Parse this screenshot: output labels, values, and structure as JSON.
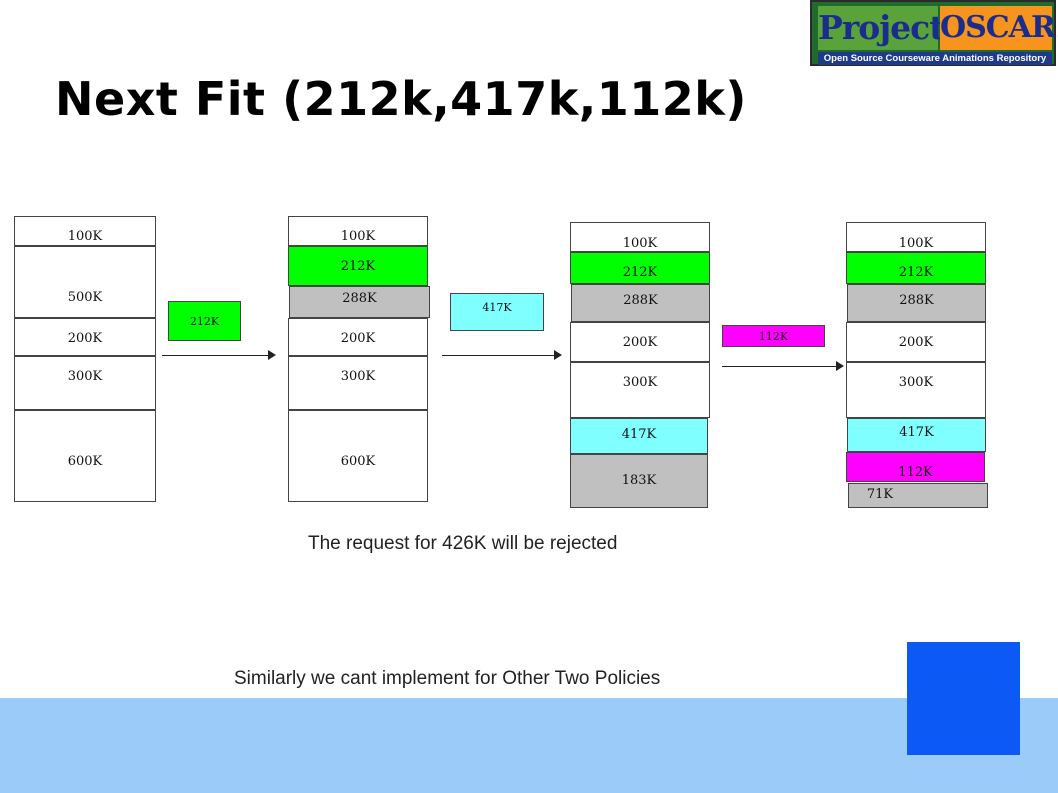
{
  "title": "Next Fit (212k,417k,112k)",
  "logo": {
    "word1": "Project",
    "word2": "OSCAR",
    "subtitle": "Open Source Courseware Animations Repository"
  },
  "colors": {
    "green": "#00ff00",
    "gray": "#c0c0c0",
    "cyan": "#7fffff",
    "magenta": "#ff00ff",
    "band": "#9bcbf8",
    "accent_box": "#0d59f5"
  },
  "stages": [
    {
      "blocks": [
        "100K",
        "500K",
        "200K",
        "300K",
        "600K"
      ]
    },
    {
      "blocks": [
        "100K",
        "212K",
        "288K",
        "200K",
        "300K",
        "600K"
      ]
    },
    {
      "blocks": [
        "100K",
        "212K",
        "288K",
        "200K",
        "300K",
        "417K",
        "183K"
      ]
    },
    {
      "blocks": [
        "100K",
        "212K",
        "288K",
        "200K",
        "300K",
        "417K",
        "112K",
        "71K"
      ]
    }
  ],
  "requests": [
    "212K",
    "417K",
    "112K"
  ],
  "notes": {
    "rejected": "The request for 426K will be rejected",
    "other_policies": "Similarly we cant implement for Other Two Policies"
  }
}
